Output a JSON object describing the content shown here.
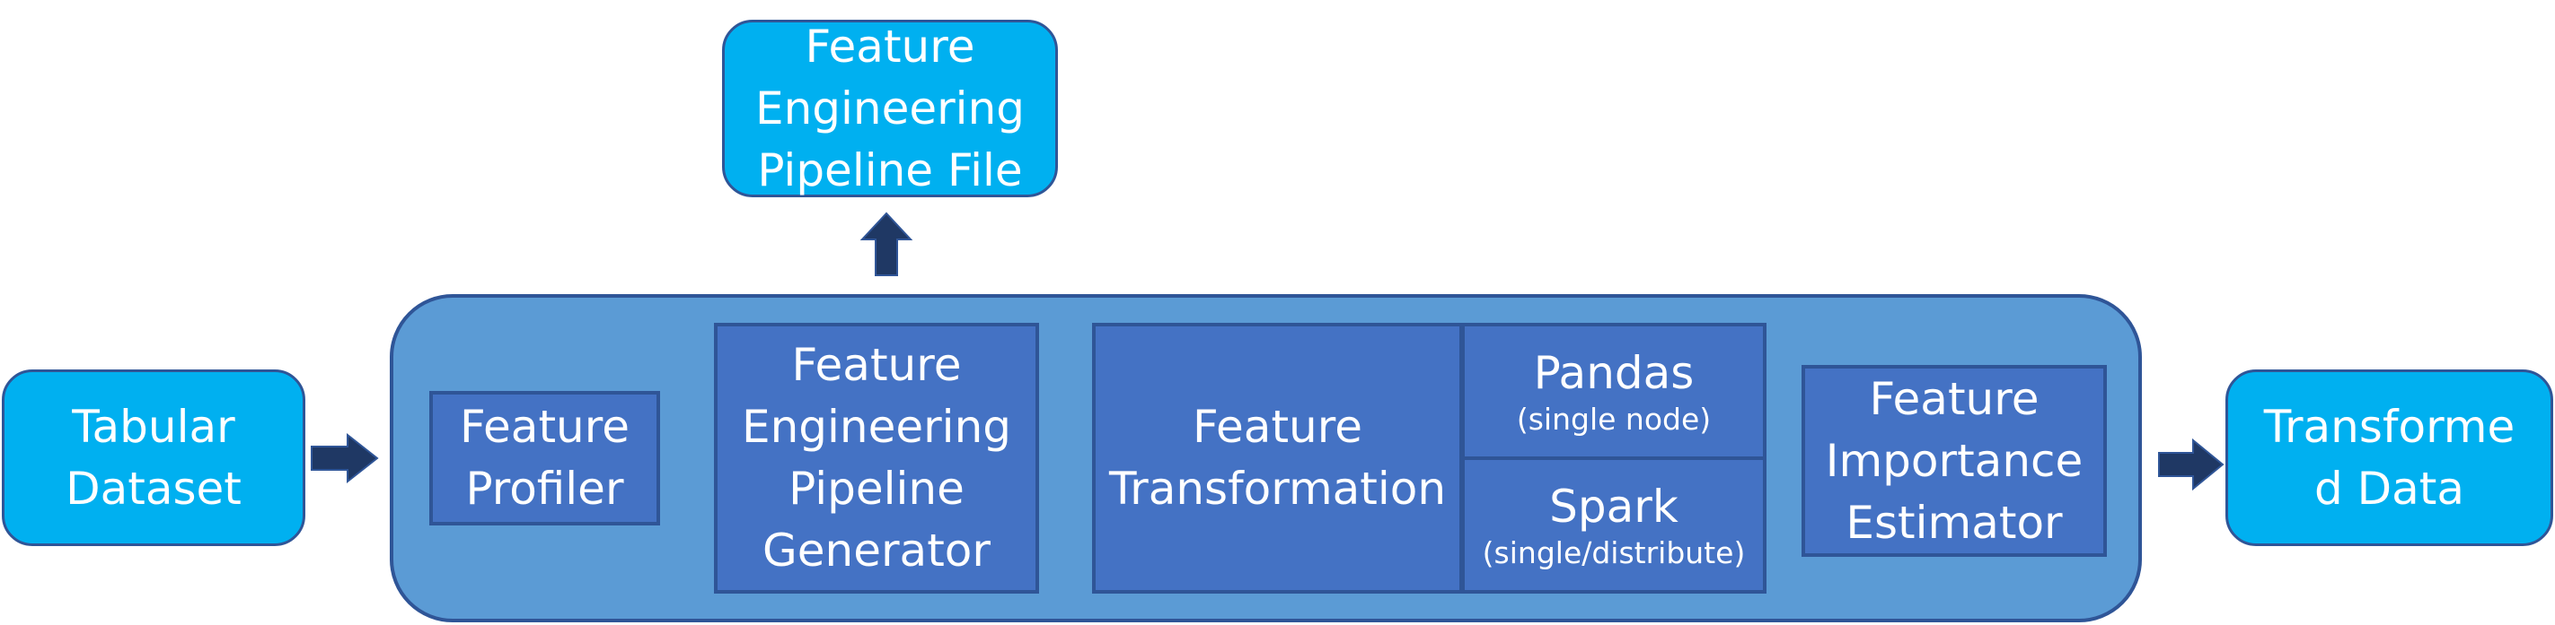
{
  "diagram": {
    "input": {
      "label": "Tabular\nDataset"
    },
    "output": {
      "label": "Transforme\nd Data"
    },
    "pipeline_file": {
      "label": "Feature\nEngineering\nPipeline File"
    },
    "components": {
      "profiler": {
        "label": "Feature\nProfiler"
      },
      "generator": {
        "label": "Feature\nEngineering\nPipeline\nGenerator"
      },
      "transformation": {
        "label": "Feature\nTransformation"
      },
      "pandas": {
        "name": "Pandas",
        "sub": "(single node)"
      },
      "spark": {
        "name": "Spark",
        "sub": "(single/distribute)"
      },
      "importance": {
        "label": "Feature\nImportance\nEstimator"
      }
    }
  },
  "colors": {
    "io_fill": "#00b0f0",
    "container_fill": "#5b9bd5",
    "component_fill": "#4472c4",
    "border": "#2f5597",
    "arrow": "#1f3864"
  }
}
